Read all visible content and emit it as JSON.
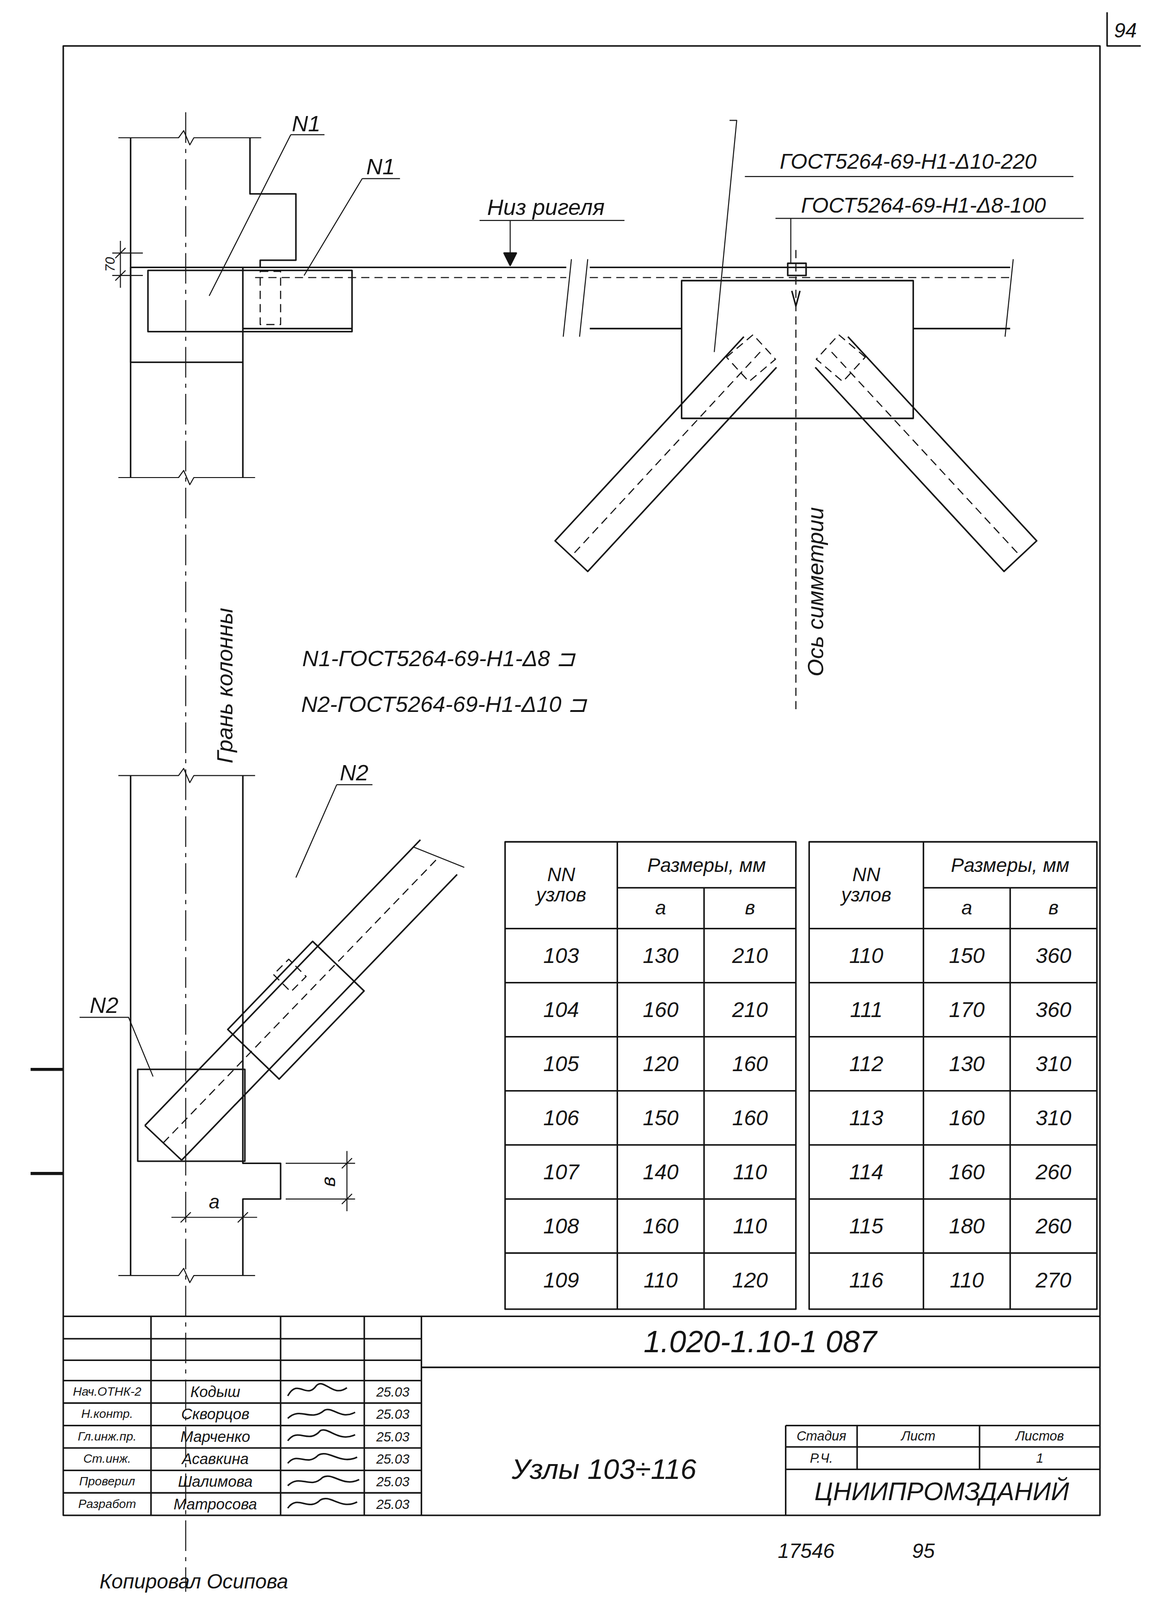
{
  "diagram": {
    "labels": [
      "94",
      "N1",
      "N1",
      "Низ ригеля",
      "ГОСТ5264-69-Н1-Δ10-220",
      "ГОСТ5264-69-Н1-Δ8-100",
      "70",
      "Ось симметрии",
      "Грань колонны",
      "N1-ГОСТ5264-69-Н1-Δ8 ⊐",
      "N2-ГОСТ5264-69-Н1-Δ10 ⊐",
      "N2",
      "N2",
      "в",
      "а",
      "NN узлов",
      "Размеры, мм",
      "а",
      "в",
      "103",
      "130",
      "210",
      "104",
      "160",
      "210",
      "105",
      "120",
      "160",
      "106",
      "150",
      "160",
      "107",
      "140",
      "110",
      "108",
      "160",
      "110",
      "109",
      "110",
      "120",
      "NN узлов",
      "Размеры, мм",
      "а",
      "в",
      "110",
      "150",
      "360",
      "111",
      "170",
      "360",
      "112",
      "130",
      "310",
      "113",
      "160",
      "310",
      "114",
      "160",
      "260",
      "115",
      "180",
      "260",
      "116",
      "110",
      "270",
      "1.020-1.10-1 087",
      "Узлы 103÷116",
      "Стадия",
      "Лист",
      "Листов",
      "Р.Ч.",
      "1",
      "ЦНИИПРОМЗДАНИЙ",
      "Нач.ОТНК-2",
      "Кодыш",
      "25.03",
      "Н.контр.",
      "Скворцов",
      "25.03",
      "Гл.инж.пр.",
      "Марченко",
      "25.03",
      "Ст.инж.",
      "Асавкина",
      "25.03",
      "Проверил",
      "Шалимова",
      "25.03",
      "Разработ",
      "Матросова",
      "25.03",
      "17546",
      "95",
      "Копировал Осипова"
    ]
  }
}
